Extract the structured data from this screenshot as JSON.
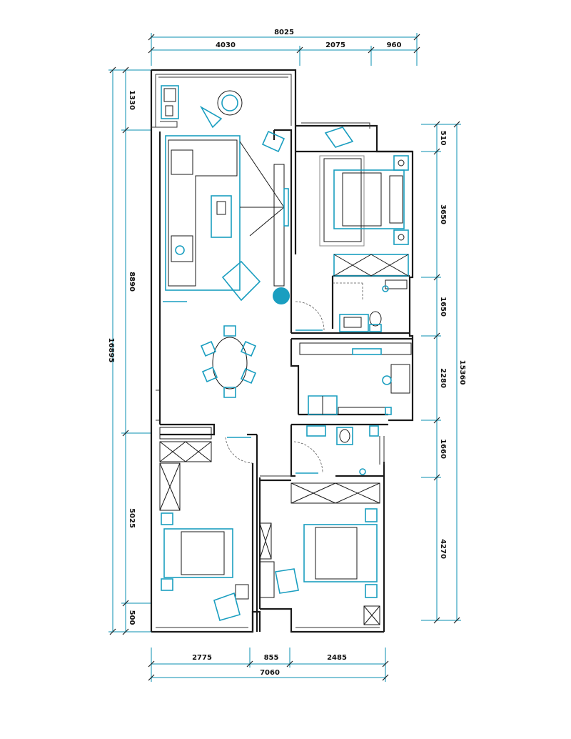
{
  "dimensions": {
    "top_total": "8025",
    "top": [
      "4030",
      "2075",
      "960"
    ],
    "bottom_total": "7060",
    "bottom": [
      "2775",
      "855",
      "2485"
    ],
    "left_total": "16895",
    "left": [
      "1330",
      "8890",
      "5025",
      "500"
    ],
    "right_total": "15360",
    "right": [
      "510",
      "3650",
      "1650",
      "2280",
      "1660",
      "4270"
    ]
  },
  "colors": {
    "accent": "#1a9ec0",
    "wall": "#1a1a1a",
    "dimension_line": "#0a8fb0"
  }
}
